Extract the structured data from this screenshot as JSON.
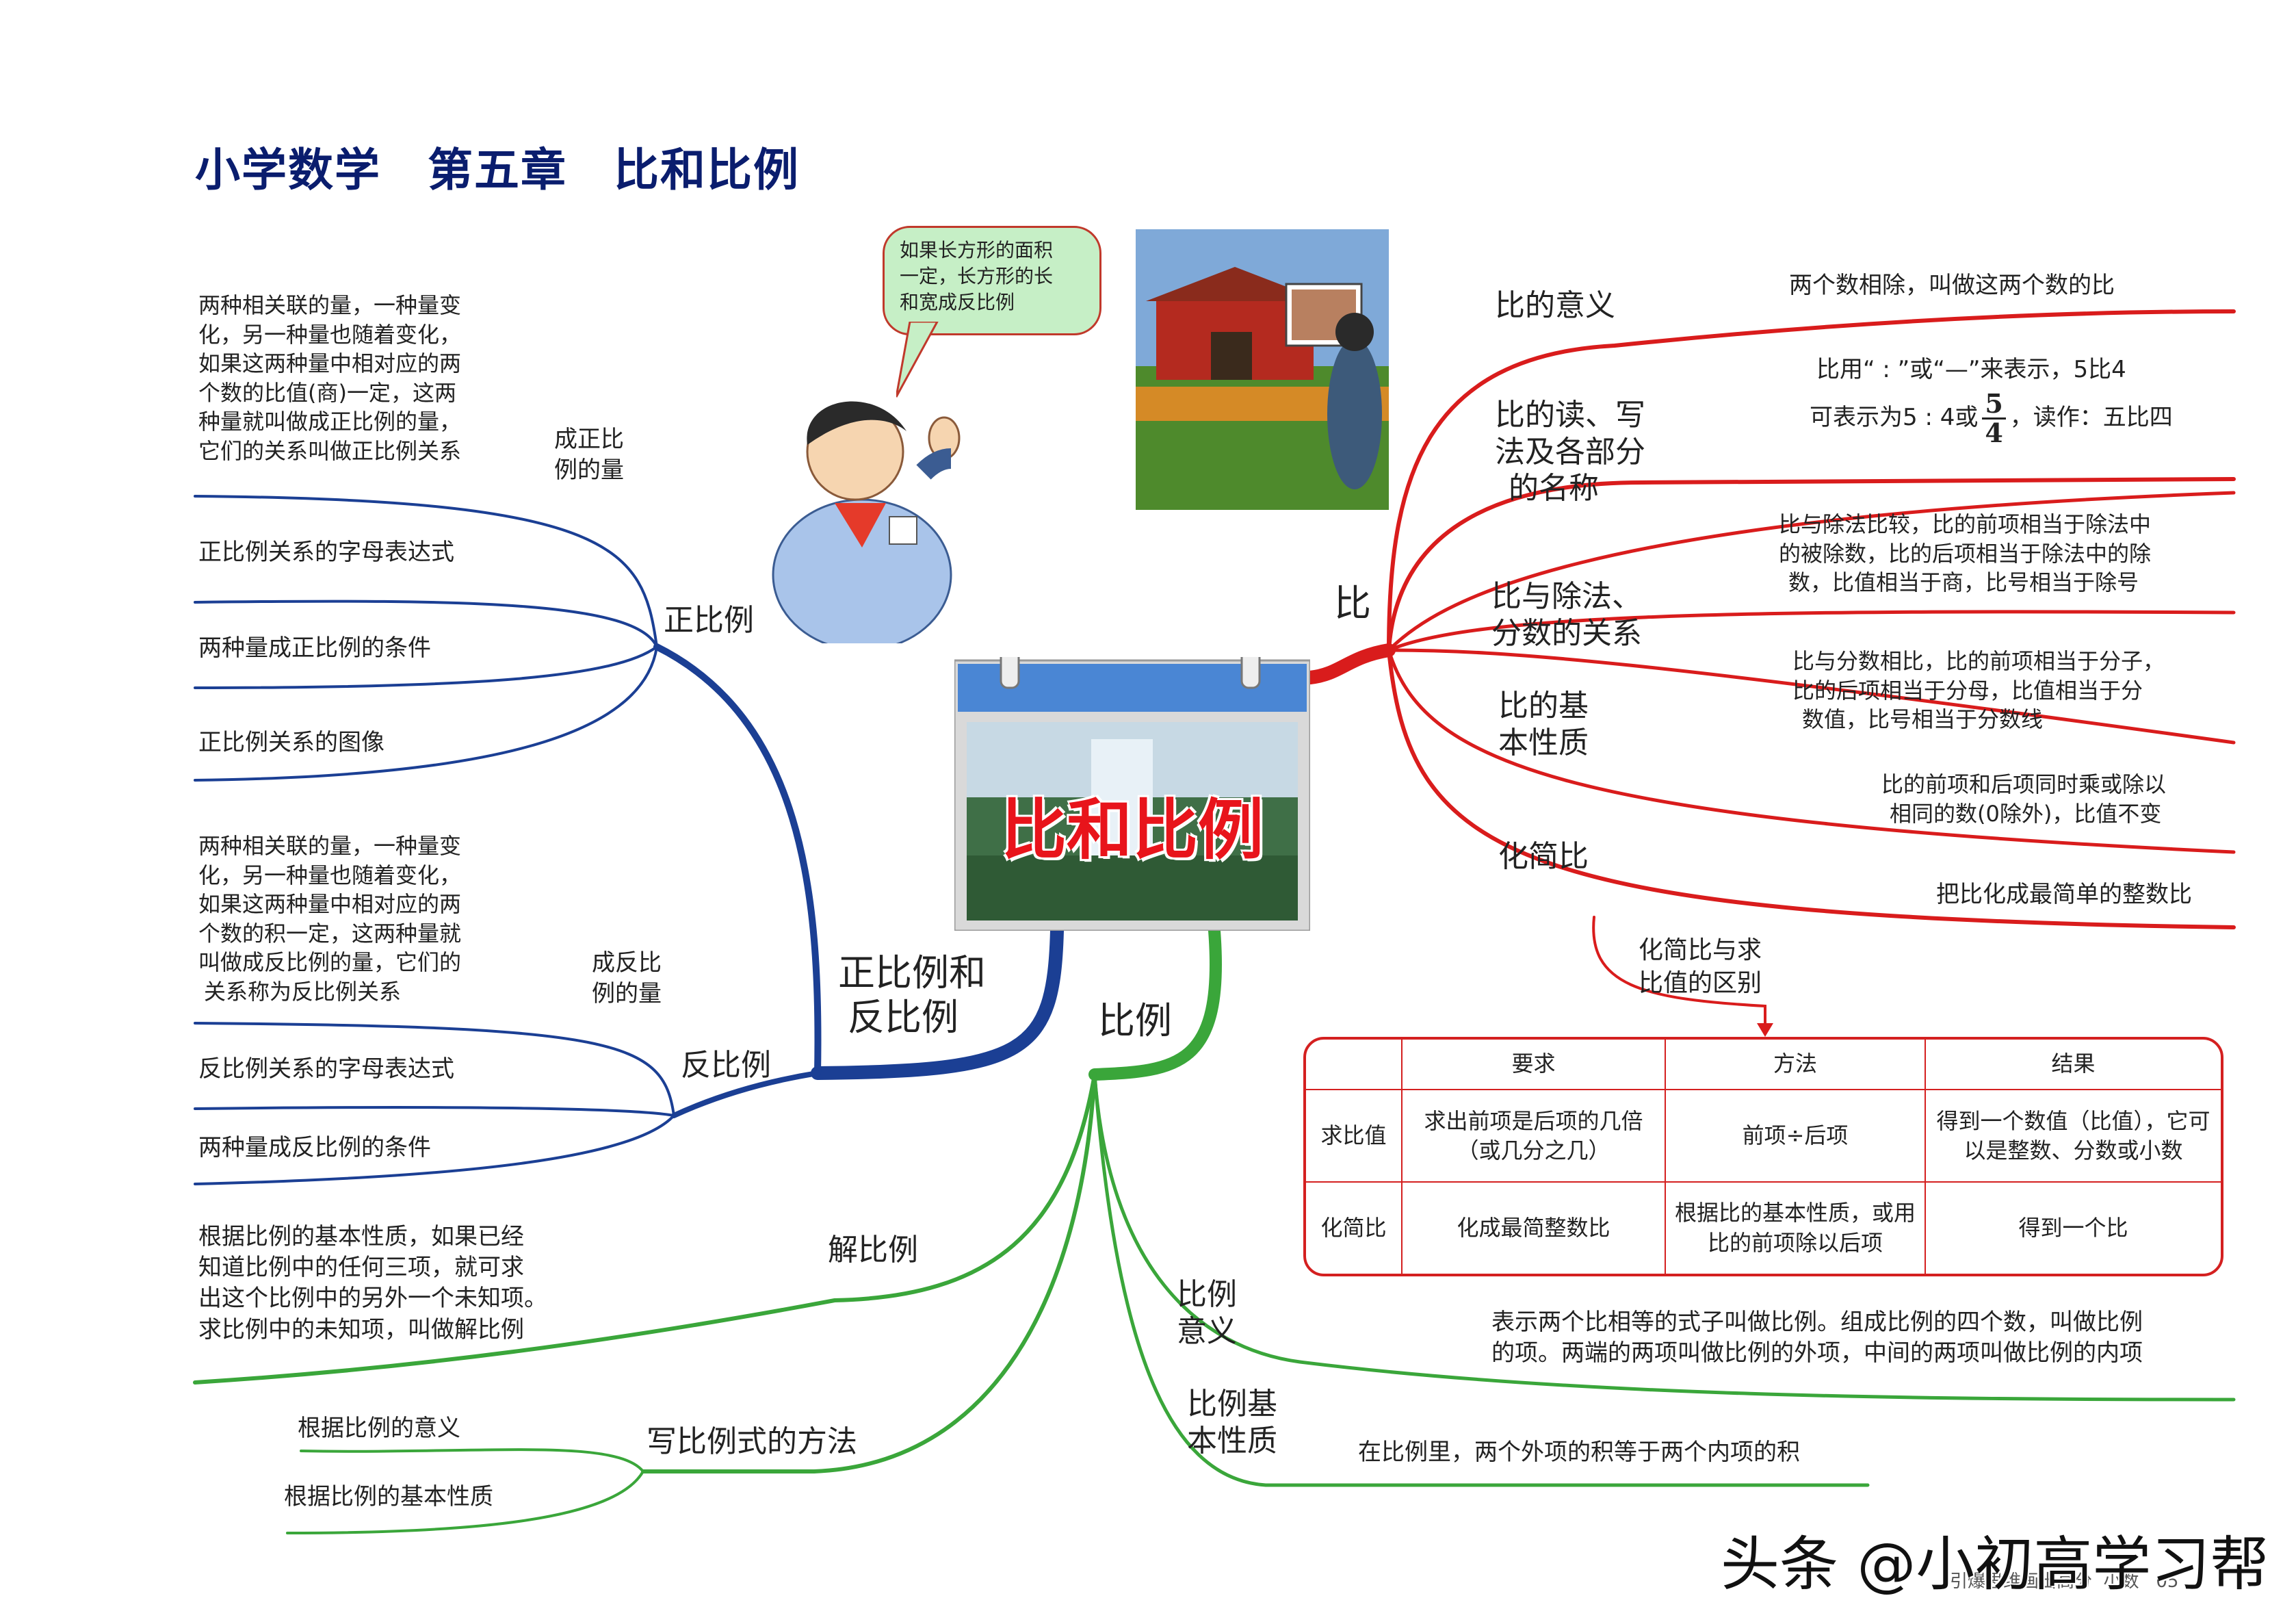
{
  "title": "小学数学　第五章　比和比例",
  "center": {
    "title": "比和比例"
  },
  "bubble": {
    "lines": [
      "如果长方形的面积",
      "一定，长方形的长",
      "和宽成反比例"
    ]
  },
  "bi": {
    "label": "比",
    "meaning": {
      "label": "比的意义",
      "desc": "两个数相除，叫做这两个数的比"
    },
    "notation": {
      "label_lines": [
        "比的读、写",
        "法及各部分",
        "的名称"
      ],
      "line1": "比用“ : ”或“—”来表示，5比4",
      "line2_pre": "可表示为5 : 4或",
      "frac_num": "5",
      "frac_den": "4",
      "line2_post": "，读作：五比四"
    },
    "division": {
      "label_lines": [
        "比与除法、",
        "分数的关系"
      ],
      "desc1": [
        "比与除法比较，比的前项相当于除法中",
        "的被除数，比的后项相当于除法中的除",
        "数，比值相当于商，比号相当于除号"
      ],
      "desc2": [
        "比与分数相比，比的前项相当于分子，",
        "比的后项相当于分母，比值相当于分",
        "数值，比号相当于分数线"
      ]
    },
    "property": {
      "label_lines": [
        "比的基",
        "本性质"
      ],
      "desc": [
        "比的前项和后项同时乘或除以",
        "相同的数(0除外)，比值不变"
      ]
    },
    "simplify": {
      "label": "化简比",
      "desc": "把比化成最简单的整数比"
    },
    "difference": {
      "label_lines": [
        "化简比与求",
        "比值的区别"
      ]
    }
  },
  "table": {
    "headers": [
      "",
      "要求",
      "方法",
      "结果"
    ],
    "rows": [
      [
        "求比值",
        "求出前项是后项的几倍（或几分之几）",
        "前项÷后项",
        "得到一个数值（比值），它可以是整数、分数或小数"
      ],
      [
        "化简比",
        "化成最简整数比",
        "根据比的基本性质，或用比的前项除以后项",
        "得到一个比"
      ]
    ]
  },
  "direct_inverse": {
    "label_lines": [
      "正比例和",
      "反比例"
    ]
  },
  "zheng": {
    "label": "正比例",
    "quantity_label": [
      "成正比",
      "例的量"
    ],
    "quantity_desc": [
      "两种相关联的量，一种量变",
      "化，另一种量也随着变化，",
      "如果这两种量中相对应的两",
      "个数的比值(商)一定，这两",
      "种量就叫做成正比例的量，",
      "它们的关系叫做正比例关系"
    ],
    "formula": "正比例关系的字母表达式",
    "condition": "两种量成正比例的条件",
    "graph": "正比例关系的图像"
  },
  "fan": {
    "label": "反比例",
    "quantity_label": [
      "成反比",
      "例的量"
    ],
    "quantity_desc": [
      "两种相关联的量，一种量变",
      "化，另一种量也随着变化，",
      "如果这两种量中相对应的两",
      "个数的积一定，这两种量就",
      "叫做成反比例的量，它们的",
      "关系称为反比例关系"
    ],
    "formula": "反比例关系的字母表达式",
    "condition": "两种量成反比例的条件"
  },
  "bili": {
    "label": "比例",
    "solve": {
      "label": "解比例",
      "desc": [
        "根据比例的基本性质，如果已经",
        "知道比例中的任何三项，就可求",
        "出这个比例中的另外一个未知项。",
        "求比例中的未知项，叫做解比例"
      ]
    },
    "write": {
      "label": "写比例式的方法",
      "items": [
        "根据比例的意义",
        "根据比例的基本性质"
      ]
    },
    "meaning": {
      "label_lines": [
        "比例",
        "意义"
      ],
      "desc": [
        "表示两个比相等的式子叫做比例。组成比例的四个数，叫做比例",
        "的项。两端的两项叫做比例的外项，中间的两项叫做比例的内项"
      ]
    },
    "property": {
      "label_lines": [
        "比例基",
        "本性质"
      ],
      "desc": "在比例里，两个外项的积等于两个内项的积"
    }
  },
  "watermark": "头条 @小初高学习帮",
  "footer": "引爆思维画出高分  小数   05",
  "colors": {
    "red": "#d91c1c",
    "blue": "#1b3f94",
    "green": "#3aa63a",
    "title": "#0a1d6e"
  }
}
